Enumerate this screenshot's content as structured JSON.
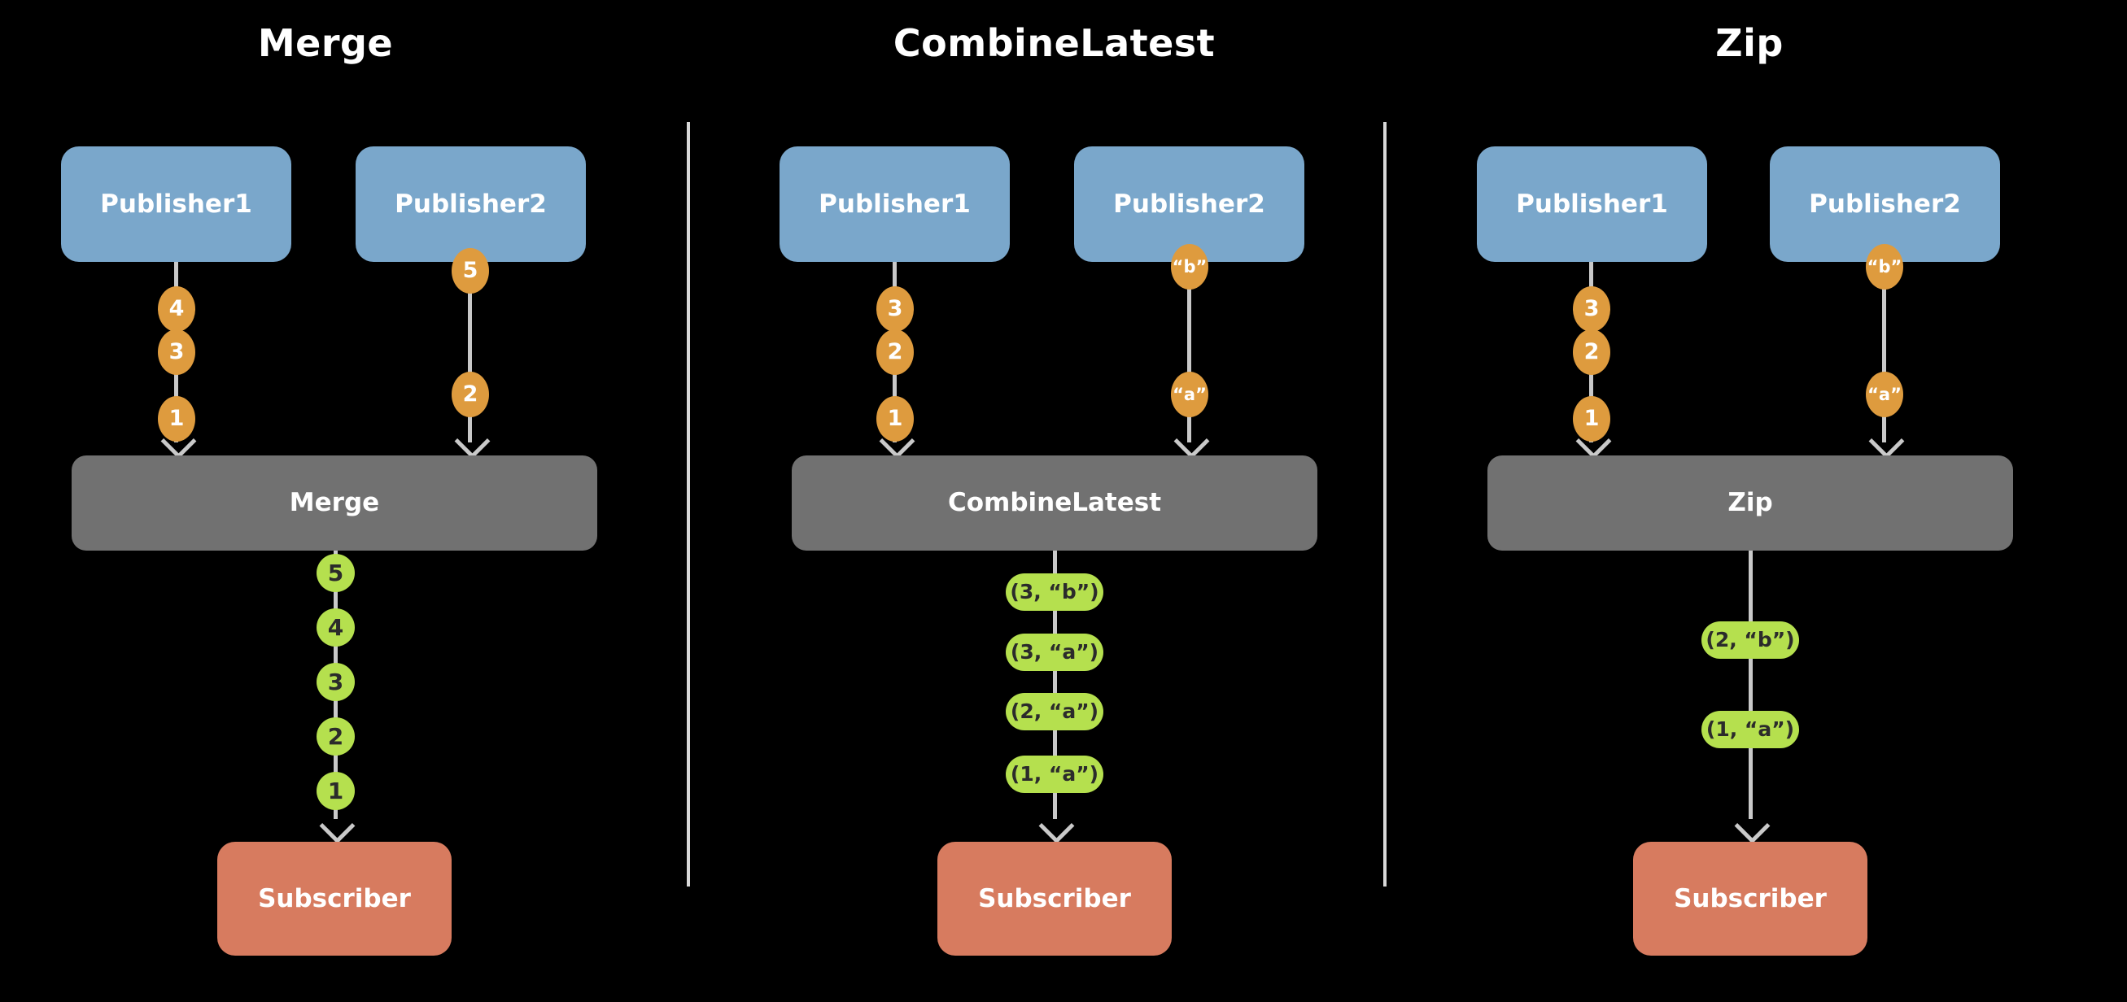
{
  "colors": {
    "background": "#000000",
    "publisher_blue": "#7aa7cb",
    "operator_gray": "#717171",
    "subscriber_salmon": "#d77b5f",
    "event_orange": "#de9b3e",
    "output_green": "#b5e04e",
    "connector_gray": "#c9c9c9"
  },
  "panels": [
    {
      "title": "Merge",
      "publisher1": "Publisher1",
      "publisher2": "Publisher2",
      "operator": "Merge",
      "subscriber": "Subscriber",
      "stream1_tokens": [
        "4",
        "3",
        "1"
      ],
      "stream2_tokens": [
        "5",
        "2"
      ],
      "output_tokens": [
        "5",
        "4",
        "3",
        "2",
        "1"
      ]
    },
    {
      "title": "CombineLatest",
      "publisher1": "Publisher1",
      "publisher2": "Publisher2",
      "operator": "CombineLatest",
      "subscriber": "Subscriber",
      "stream1_tokens": [
        "3",
        "2",
        "1"
      ],
      "stream2_tokens": [
        "“b”",
        "“a”"
      ],
      "output_tokens": [
        "(3, “b”)",
        "(3, “a”)",
        "(2, “a”)",
        "(1, “a”)"
      ]
    },
    {
      "title": "Zip",
      "publisher1": "Publisher1",
      "publisher2": "Publisher2",
      "operator": "Zip",
      "subscriber": "Subscriber",
      "stream1_tokens": [
        "3",
        "2",
        "1"
      ],
      "stream2_tokens": [
        "“b”",
        "“a”"
      ],
      "output_tokens": [
        "(2, “b”)",
        "(1, “a”)"
      ]
    }
  ]
}
